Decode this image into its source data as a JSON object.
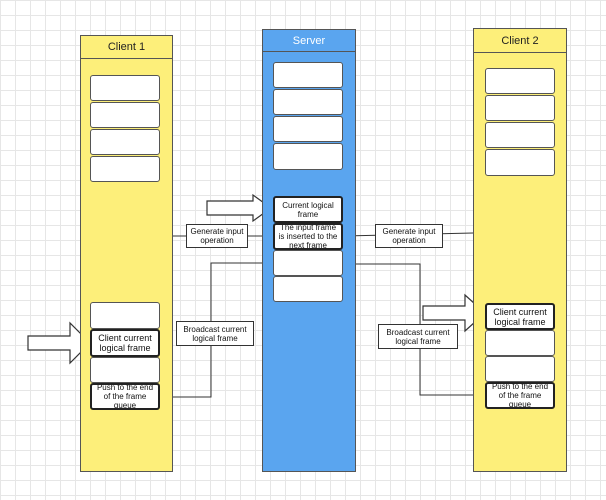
{
  "columns": {
    "client1": {
      "title": "Client 1"
    },
    "server": {
      "title": "Server"
    },
    "client2": {
      "title": "Client 2"
    }
  },
  "boxes": {
    "server_current": "Current logical frame",
    "server_input_inserted": "The input frame is inserted to the next frame",
    "client1_current": "Client current logical frame",
    "client1_push": "Push to the end of the frame queue",
    "client2_current": "Client current logical frame",
    "client2_push": "Push to the end of the frame queue"
  },
  "labels": {
    "generate_input_left": "Generate input operation",
    "generate_input_right": "Generate input operation",
    "broadcast_left": "Broadcast current logical frame",
    "broadcast_right": "Broadcast current logical frame"
  },
  "colors": {
    "client": "#fdef7a",
    "server": "#5aa5ef",
    "line": "#333333"
  }
}
